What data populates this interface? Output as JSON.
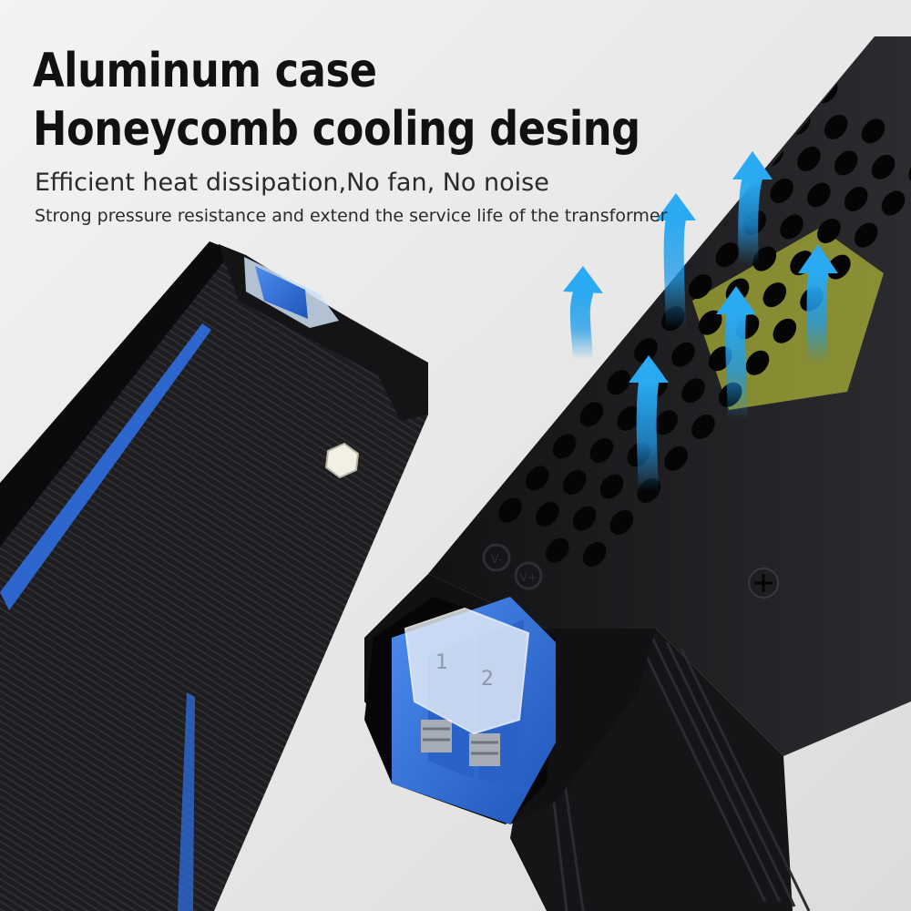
{
  "headline": {
    "line1": "Aluminum case",
    "line2": "Honeycomb cooling desing"
  },
  "subtitle": {
    "line1": "Efficient heat dissipation,No fan, No noise",
    "line2": "Strong pressure resistance and extend the service life of the transformer"
  },
  "terminal": {
    "pin1": "1",
    "pin2": "2",
    "symbol1": "V-",
    "symbol2": "V+"
  },
  "colors": {
    "background": "#e9e9e9",
    "case": "#1c1c1e",
    "terminal_block": "#2f6fd6",
    "airflow_arrow": "#1f9be8",
    "inner_component": "#d8e03a"
  },
  "icons": [
    "airflow-arrow",
    "screw",
    "hex-nut",
    "terminal-block"
  ]
}
